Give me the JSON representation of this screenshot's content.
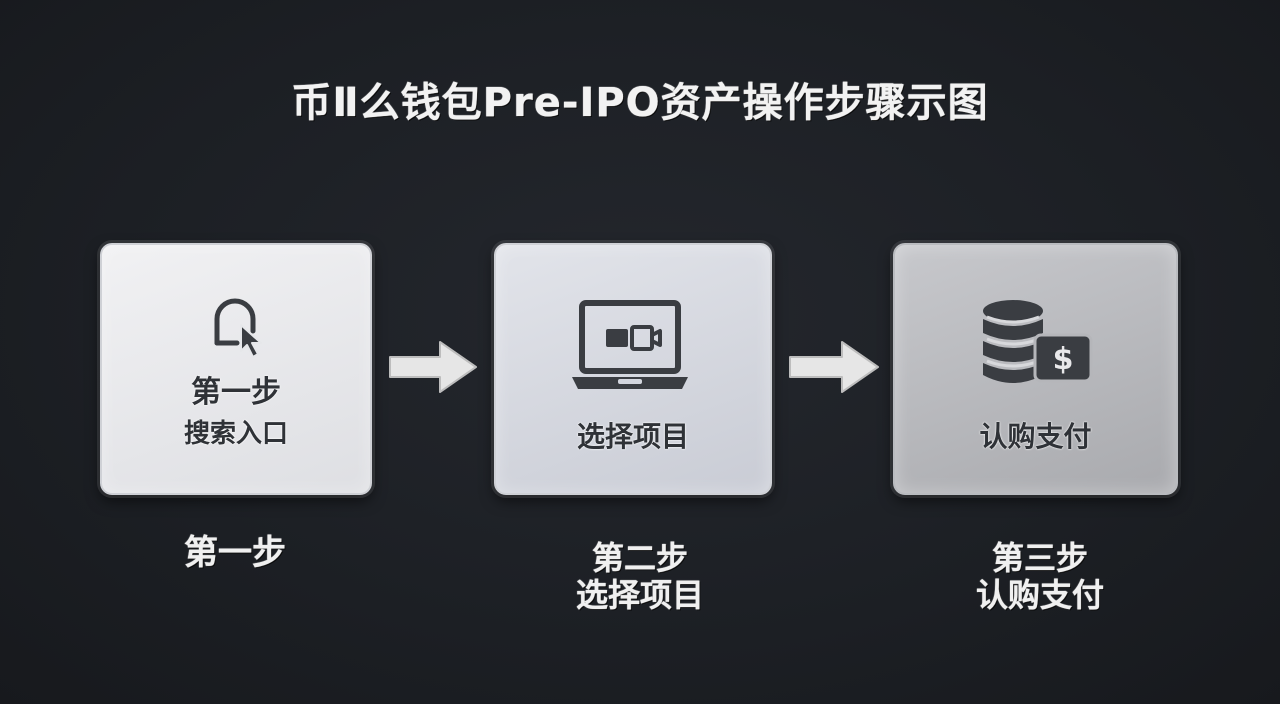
{
  "title": "币Ⅱ么钱包Pre-IPO资产操作步骤示图",
  "steps": [
    {
      "card_line1": "第一步",
      "card_line2": "搜索入口",
      "icon": "search-cursor-icon",
      "caption_line1": "第一步",
      "caption_line2": ""
    },
    {
      "card_line1": "选择项目",
      "icon": "laptop-icon",
      "caption_line1": "第二步",
      "caption_line2": "选择项目"
    },
    {
      "card_line1": "认购支付",
      "icon": "coins-dollar-icon",
      "caption_line1": "第三步",
      "caption_line2": "认购支付"
    }
  ],
  "colors": {
    "background": "#1c1f24",
    "card1": "#e6e7ea",
    "card2": "#d3d6de",
    "card3": "#b5b6ba",
    "arrow": "#e6e6e6",
    "icon": "#3a3d42"
  }
}
